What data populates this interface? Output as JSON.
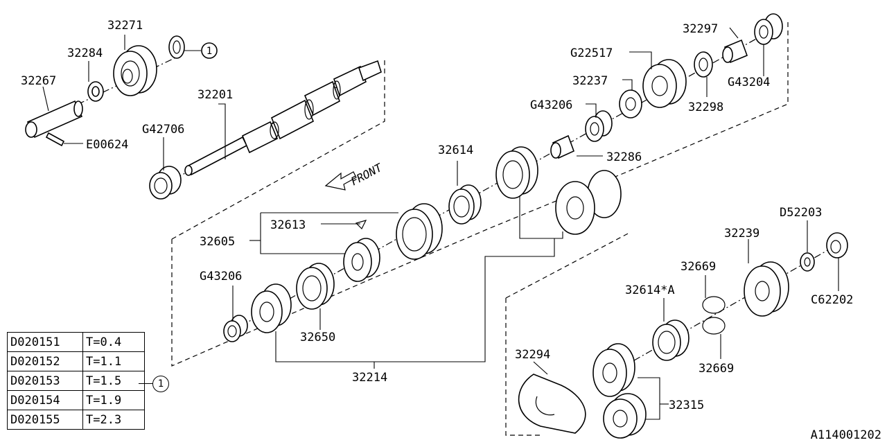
{
  "diagram": {
    "id": "A114001202",
    "front_label": "FRONT",
    "ref_marker": "1",
    "parts": [
      {
        "label": "32271"
      },
      {
        "label": "32284"
      },
      {
        "label": "32267"
      },
      {
        "label": "E00624"
      },
      {
        "label": "32201"
      },
      {
        "label": "G42706"
      },
      {
        "label": "32297"
      },
      {
        "label": "G22517"
      },
      {
        "label": "32237"
      },
      {
        "label": "G43206"
      },
      {
        "label": "G43204"
      },
      {
        "label": "32298"
      },
      {
        "label": "32286"
      },
      {
        "label": "32614"
      },
      {
        "label": "32613"
      },
      {
        "label": "32605"
      },
      {
        "label": "G43206"
      },
      {
        "label": "32650"
      },
      {
        "label": "32214"
      },
      {
        "label": "D52203"
      },
      {
        "label": "32239"
      },
      {
        "label": "32669"
      },
      {
        "label": "32614*A"
      },
      {
        "label": "C62202"
      },
      {
        "label": "32669"
      },
      {
        "label": "32294"
      },
      {
        "label": "32315"
      }
    ]
  },
  "shim_table": {
    "rows": [
      {
        "part": "D020151",
        "thickness": "T=0.4"
      },
      {
        "part": "D020152",
        "thickness": "T=1.1"
      },
      {
        "part": "D020153",
        "thickness": "T=1.5"
      },
      {
        "part": "D020154",
        "thickness": "T=1.9"
      },
      {
        "part": "D020155",
        "thickness": "T=2.3"
      }
    ]
  }
}
